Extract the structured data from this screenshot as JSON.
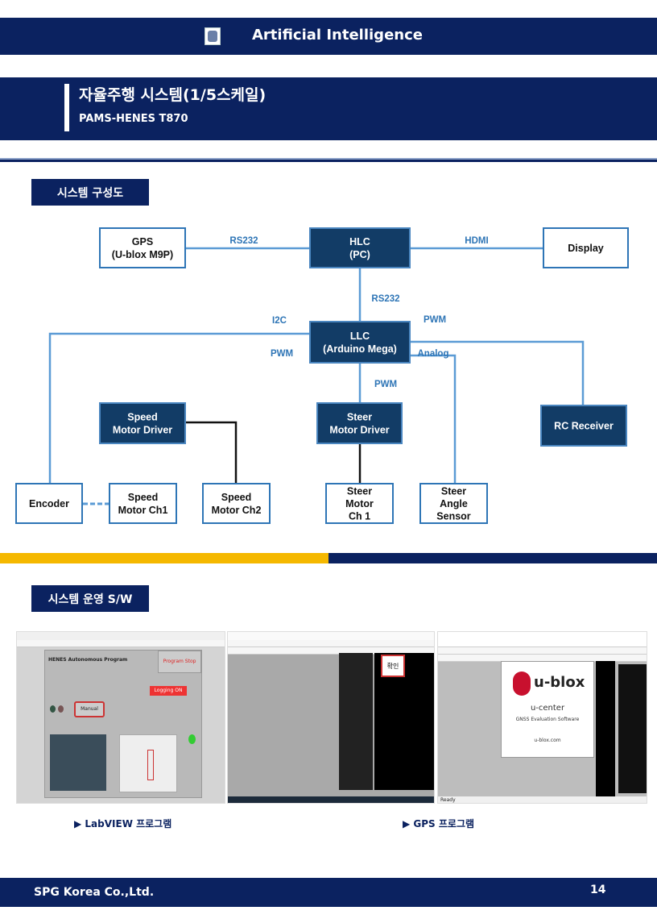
{
  "header": {
    "category": "Artificial Intelligence",
    "logo_icon": "emblem-icon"
  },
  "title_band": {
    "title": "자율주행 시스템(1/5스케일)",
    "subtitle": "PAMS-HENES T870"
  },
  "sections": {
    "architecture": "시스템 구성도",
    "software": "시스템 운영 S/W"
  },
  "diagram": {
    "nodes": {
      "gps": [
        "GPS",
        "(U-blox M9P)"
      ],
      "hlc": [
        "HLC",
        "(PC)"
      ],
      "display": [
        "Display"
      ],
      "llc": [
        "LLC",
        "(Arduino Mega)"
      ],
      "speed_driver": [
        "Speed",
        "Motor Driver"
      ],
      "steer_driver": [
        "Steer",
        "Motor Driver"
      ],
      "rc": [
        "RC Receiver"
      ],
      "encoder": [
        "Encoder"
      ],
      "speed_ch1": [
        "Speed",
        "Motor Ch1"
      ],
      "speed_ch2": [
        "Speed",
        "Motor Ch2"
      ],
      "steer_ch1": [
        "Steer",
        "Motor",
        "Ch 1"
      ],
      "steer_sensor": [
        "Steer",
        "Angle",
        "Sensor"
      ]
    },
    "links": {
      "gps_hlc": "RS232",
      "hlc_display": "HDMI",
      "hlc_llc": "RS232",
      "llc_encoder": "I2C",
      "llc_rc": "PWM",
      "llc_speed": "PWM",
      "llc_sensor": "Analog",
      "llc_steer": "PWM"
    },
    "colors": {
      "dark_box": "#123c66",
      "line": "#5b9bd5",
      "label": "#2e75b6"
    }
  },
  "screenshots": {
    "labview": {
      "program_title": "HENES Autonomous Program",
      "stop_button": "Program Stop",
      "mode_button": "Manual",
      "logging_button": "Logging ON"
    },
    "gps_monitor": {
      "confirm_label": "확인"
    },
    "ucenter": {
      "brand": "u-blox",
      "product": "u-center",
      "tagline": "GNSS Evaluation Software",
      "site": "u-blox.com",
      "status": "Ready"
    }
  },
  "captions": {
    "labview": "▶ LabVIEW 프로그램",
    "gps": "▶ GPS 프로그램"
  },
  "footer": {
    "company": "SPG Korea Co.,Ltd.",
    "page": "14"
  }
}
